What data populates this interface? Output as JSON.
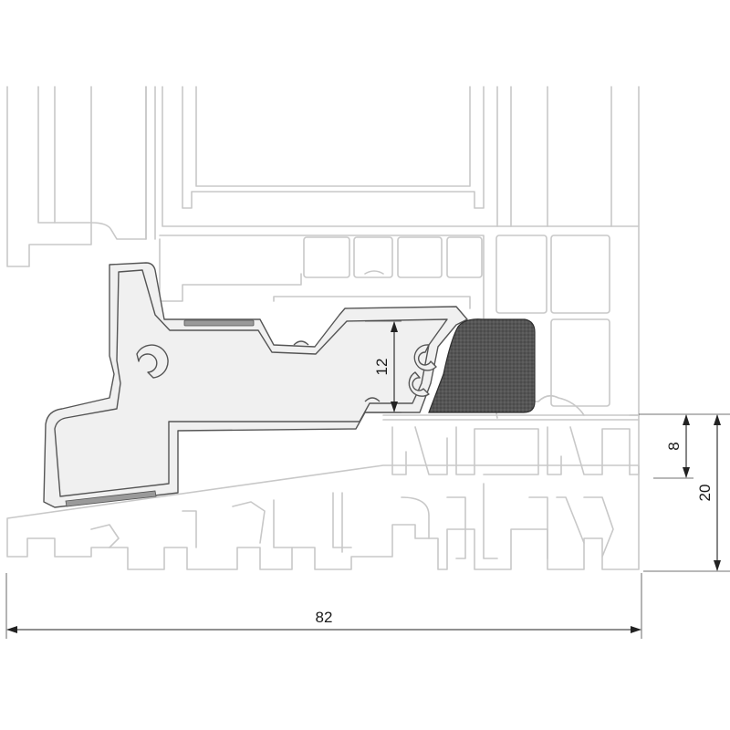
{
  "dimensions": {
    "overall_width": "82",
    "seal_height": "12",
    "threshold_step": "8",
    "threshold_height": "20"
  },
  "colors": {
    "background": "#ffffff",
    "frame_outline": "#c8c8c8",
    "sash_profile_stroke": "#555555",
    "seal_fill": "#4a4a4a",
    "dimension_lines": "#222222"
  }
}
